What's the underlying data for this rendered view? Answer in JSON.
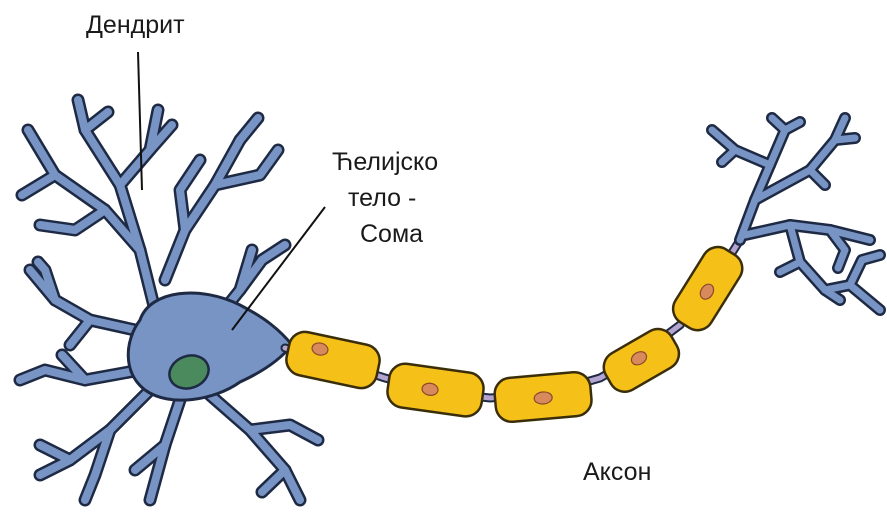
{
  "labels": {
    "dendrite": "Дендрит",
    "soma_line1": "Ћелијско",
    "soma_line2": "тело -",
    "soma_line3": "Сома",
    "axon": "Аксон"
  },
  "colors": {
    "neuron_fill": "#7894c4",
    "neuron_outline": "#1e2a44",
    "nucleus": "#4a8a5c",
    "myelin_fill": "#f5c018",
    "myelin_outline": "#3a2e0a",
    "node_of_ranvier": "#b4a4d0",
    "schwann_nucleus": "#d98a5c",
    "text": "#1a1a1a"
  }
}
